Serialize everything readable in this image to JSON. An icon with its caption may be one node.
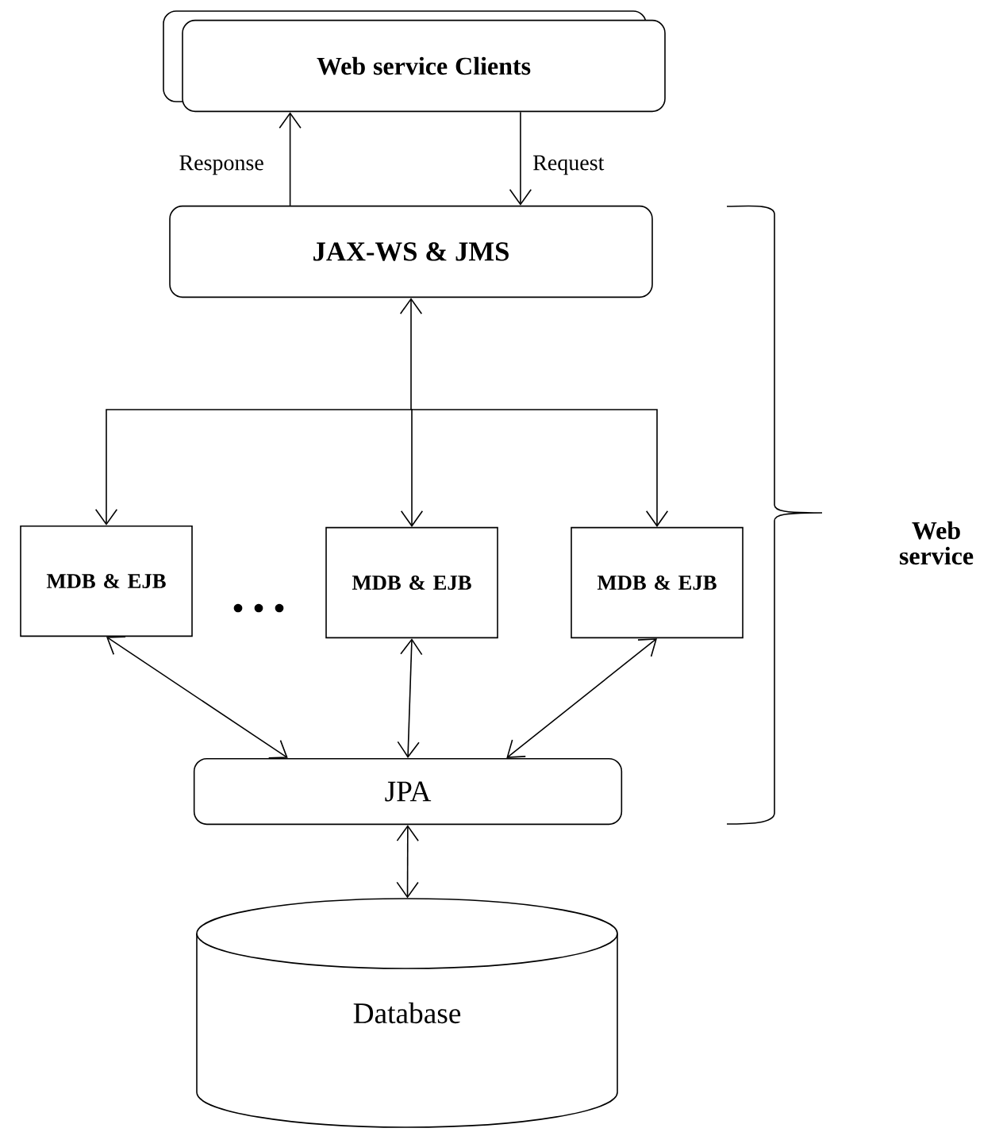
{
  "diagram": {
    "nodes": [
      {
        "text": [
          "Web service Clients"
        ]
      },
      {
        "text": [
          "JAX-WS & JMS"
        ]
      },
      {
        "text": [
          "MDB & EJB"
        ]
      },
      {
        "text": [
          "MDB & EJB"
        ]
      },
      {
        "text": [
          "MDB & EJB"
        ]
      },
      {
        "text": [
          "JPA"
        ]
      },
      {
        "text": [
          "Database"
        ]
      }
    ],
    "edges": [
      {
        "from": 1,
        "to": 0,
        "arrow": "to",
        "label": "Response"
      },
      {
        "from": 0,
        "to": 1,
        "arrow": "to",
        "label": "Request"
      },
      {
        "from": 1,
        "to": 2,
        "arrow": "both"
      },
      {
        "from": 1,
        "to": 3,
        "arrow": "both"
      },
      {
        "from": 1,
        "to": 4,
        "arrow": "both"
      },
      {
        "from": 2,
        "to": 5,
        "arrow": "both"
      },
      {
        "from": 3,
        "to": 5,
        "arrow": "both"
      },
      {
        "from": 4,
        "to": 5,
        "arrow": "both"
      },
      {
        "from": 5,
        "to": 6,
        "arrow": "both"
      }
    ],
    "labels": [
      "Web service"
    ]
  }
}
